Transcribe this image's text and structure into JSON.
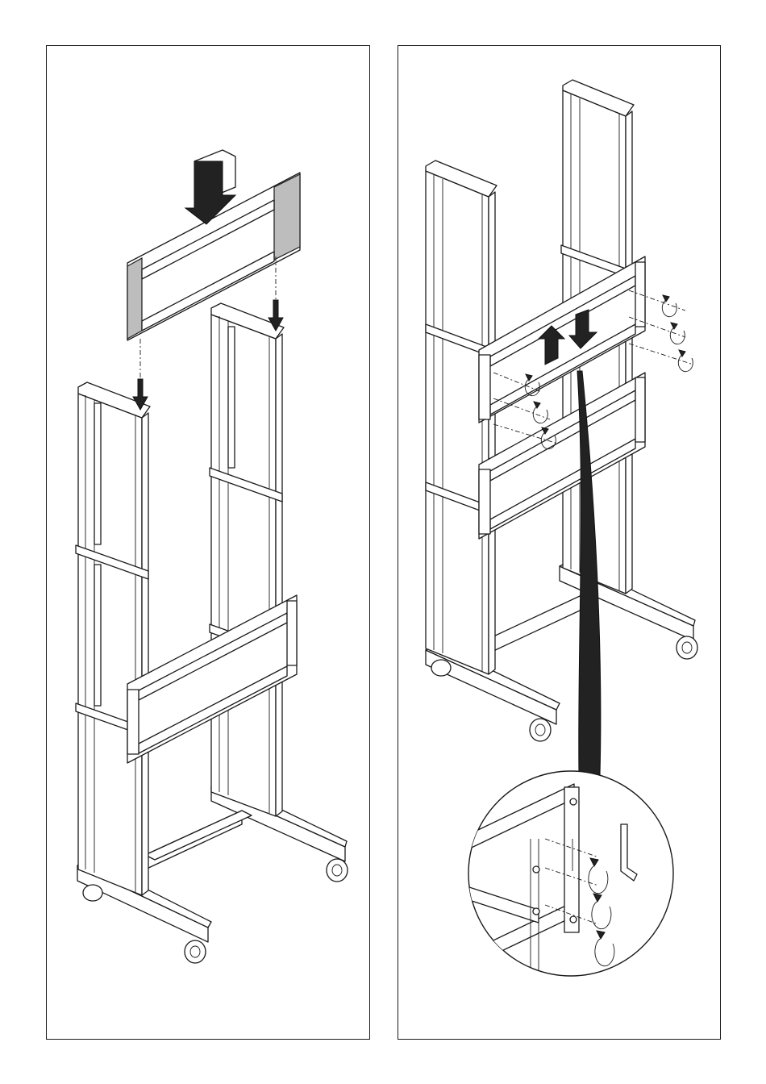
{
  "figure": {
    "panels": [
      "step-mount-top-frame",
      "step-fasten-frames"
    ],
    "colors": {
      "line": "#1a1a1a",
      "shade": "#bdbdbd",
      "arrow": "#222222",
      "background": "#ffffff"
    },
    "icons": [
      "down-arrow-icon",
      "up-arrow-icon",
      "rotate-screw-icon",
      "hex-key-icon",
      "detail-magnifier"
    ]
  }
}
